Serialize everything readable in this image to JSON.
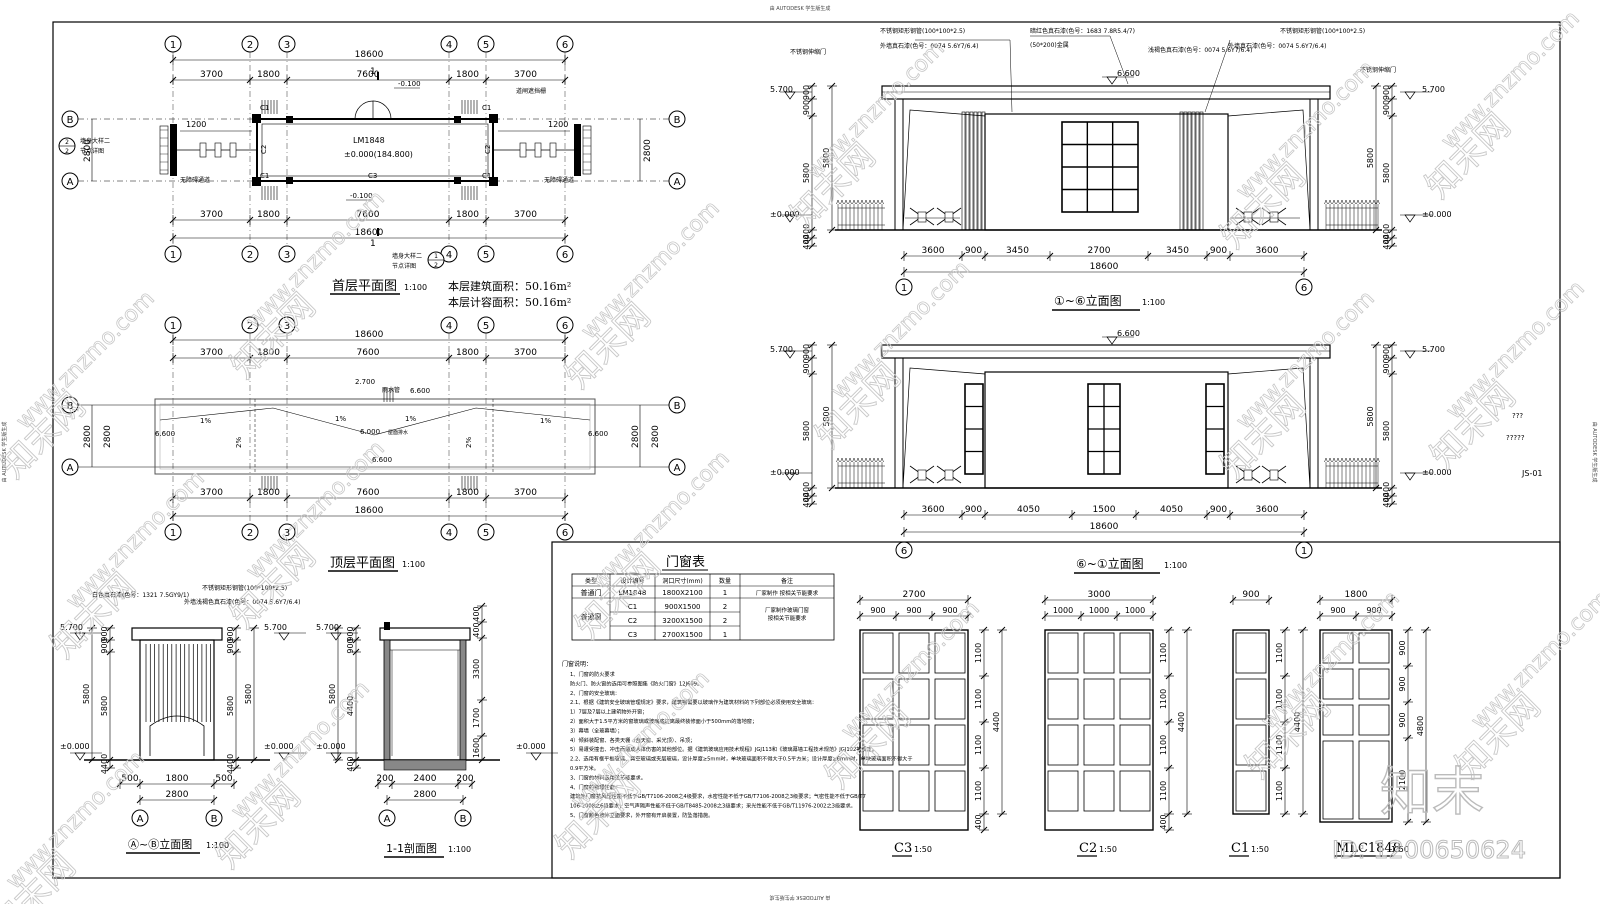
{
  "header_text": "由 AUTODESK 学生版生成",
  "footer_text": "由 AUTODESK 学生版生成",
  "side_left_text": "由 AUTODESK 学生版生成",
  "side_right_text": "由 AUTODESK 学生版生成",
  "watermark_site": "www.znzmo.com",
  "watermark_brand": "知末网",
  "logo": {
    "text": "知末",
    "id_label": "ID: 1200650624"
  },
  "sheet": {
    "number": "JS-01",
    "q1": "???",
    "q2": "?????"
  },
  "axes": [
    "1",
    "2",
    "3",
    "4",
    "5",
    "6"
  ],
  "axes_ab": [
    "A",
    "B"
  ],
  "dims_main": [
    "3700",
    "1800",
    "7600",
    "1800",
    "3700"
  ],
  "dim_total": "18600",
  "dim_2800": "2800",
  "plan1": {
    "title": "首层平面图",
    "scale": "1:100",
    "area1": "本层建筑面积：50.16m²",
    "area2": "本层计容面积：50.16m²",
    "door": "LM1848",
    "elev": "±0.000(184.800)",
    "lvl_minus": "-0.100",
    "c1": "C1",
    "c2": "C2",
    "c3": "C3",
    "dim_1200": "1200",
    "note_right": "道闸遮挡栅",
    "note_lane": "无障碍通道",
    "section_note": "墙身大样二",
    "section_ref": "节点详图",
    "section_mark": "1"
  },
  "plan2": {
    "title": "顶层平面图",
    "scale": "1:100",
    "lvl_6600": "6.600",
    "lvl_6000": "6.000",
    "lvl_2700": "2.700",
    "slope1": "1%",
    "slope2": "2%",
    "note_drain": "雨水管",
    "note_roof": "屋面排水"
  },
  "elev1": {
    "title": "①~⑥立面图",
    "scale": "1:100",
    "dims": [
      "3600",
      "900",
      "3450",
      "2700",
      "3450",
      "900",
      "3600"
    ],
    "lvl_5700": "5.700",
    "lvl_0": "±0.000",
    "lvl_6600": "6.600",
    "vdims_left": [
      "900",
      "900",
      "5800",
      "4400",
      "400",
      "100"
    ],
    "vdims_right": [
      "900",
      "900",
      "5800",
      "4400",
      "400",
      "100"
    ],
    "lbl_steel": "不锈钢矩形钢管(100*100*2.5)",
    "lbl_spray1": "外墙真石漆(色号：0074 5.6Y7/6.4)",
    "lbl_color": "暗红色真石漆(色号：1683 7.8R5.4/7)",
    "lbl_alum": "(50*200)金属",
    "lbl_steel2": "不锈钢矩形钢管(100*100*2.5)",
    "lbl_spray2": "外墙真石漆(色号：0074 5.6Y7/6.4)",
    "lbl_spray3": "浅褐色真石漆(色号：0074 5.6Y7/6.4)",
    "lbl_gate_l": "不锈钢伸缩门",
    "lbl_gate_r": "不锈钢伸缩门",
    "axis_l": "1",
    "axis_r": "6"
  },
  "elev2": {
    "title": "⑥~①立面图",
    "scale": "1:100",
    "dims": [
      "3600",
      "900",
      "4050",
      "1500",
      "4050",
      "900",
      "3600"
    ],
    "axis_l": "6",
    "axis_r": "1"
  },
  "elev3": {
    "title": "Ⓐ~Ⓑ立面图",
    "scale": "1:100",
    "lbl_white": "白色真石漆(色号：1321 7.5GY9/1)",
    "lbl_steel": "不锈钢矩形钢管(100*100*2.5)",
    "lbl_spray": "外墙浅褐色真石漆(色号：0074 5.6Y7/6.4)",
    "dims": [
      "500",
      "1800",
      "500"
    ],
    "dim_total": "2800",
    "vdims": [
      "900",
      "900",
      "5800",
      "4400",
      "400",
      "100"
    ]
  },
  "section": {
    "title": "1-1剖面图",
    "scale": "1:100",
    "dims": [
      "200",
      "2400",
      "200"
    ],
    "dim_total": "2800",
    "vdims": [
      "400",
      "400",
      "3300",
      "1700",
      "1600"
    ]
  },
  "door_table": {
    "title": "门窗表",
    "headers": [
      "类型",
      "设计编号",
      "洞口尺寸(mm)",
      "数量",
      "备注"
    ],
    "rows": [
      [
        "普通门",
        "LM1848",
        "1800X2100",
        "1",
        "厂家制作 按相关节能要求"
      ],
      [
        "普通窗",
        "C1",
        "900X1500",
        "2",
        "厂家制作玻璃门窗 按相关节能要求"
      ],
      [
        "",
        "C2",
        "3200X1500",
        "2",
        ""
      ],
      [
        "",
        "C3",
        "2700X1500",
        "1",
        ""
      ]
    ],
    "notes_title": "门窗说明：",
    "notes": [
      "1、门窗的防火要求",
      "防火门、防火窗的选用可参照图集《防火门窗》12J609。",
      "2、门窗的安全玻璃：",
      "2.1、根据《建筑安全玻璃管理规定》要求，建筑物需要以玻璃作为建筑材料的下列部位必须使用安全玻璃：",
      "1）7层及7层以上建筑物外开窗；",
      "2）面积大于1.5平方米的窗玻璃或玻璃底边离最终装修面小于500mm的落地窗；",
      "3）幕墙（全玻幕墙）；",
      "4）倾斜装配窗、各类天棚（含天窗、采光顶）、吊顶；",
      "5）易遭受撞击、冲击而造成人体伤害的其他部位。据《建筑玻璃应用技术规程》JGJ113和《玻璃幕墙工程技术规范》JGJ102等规定。",
      "2.2、选用有框平板玻璃、真空玻璃或夹层玻璃，设计厚度≥5mm时，单块玻璃面积不得大于0.5平方米；设计厚度≥6mm时，单块玻璃面积不得大于0.9平方米。",
      "3、门窗的材料选用见节能要求。",
      "4、门窗的物理性能：",
      "建筑外门窗抗风压性能不低于GB/T7106-2008之4级要求，水密性能不低于GB/T7106-2008之3级要求；气密性能不低于GB/T7106-2008之6级要求；空气声隔声性能不低于GB/T8485-2008之3级要求；采光性能不低于GB/T11976-2002之3级要求。",
      "5、门窗颜色按外立面要求，外开窗有开启装置，防坠落措施。"
    ]
  },
  "details": {
    "c3": {
      "name": "C3",
      "scale": "1:50",
      "w": "2700",
      "sub": [
        "900",
        "900",
        "900"
      ],
      "h": [
        "1100",
        "1100",
        "1100",
        "1100",
        "400"
      ],
      "htotal": "4400"
    },
    "c2": {
      "name": "C2",
      "scale": "1:50",
      "w": "3000",
      "sub": [
        "1000",
        "1000",
        "1000"
      ],
      "h": [
        "1100",
        "1100",
        "1100",
        "1100",
        "400"
      ],
      "htotal": "4400"
    },
    "c1": {
      "name": "C1",
      "scale": "1:50",
      "w": "900",
      "h": [
        "1100",
        "1100",
        "1100",
        "1100"
      ],
      "htotal": "4400"
    },
    "mlc": {
      "name": "MLC1848",
      "scale": "1:50",
      "w": "1800",
      "sub": [
        "900",
        "900"
      ],
      "h": [
        "900",
        "900",
        "900",
        "2100"
      ],
      "htotal": "4800"
    }
  }
}
